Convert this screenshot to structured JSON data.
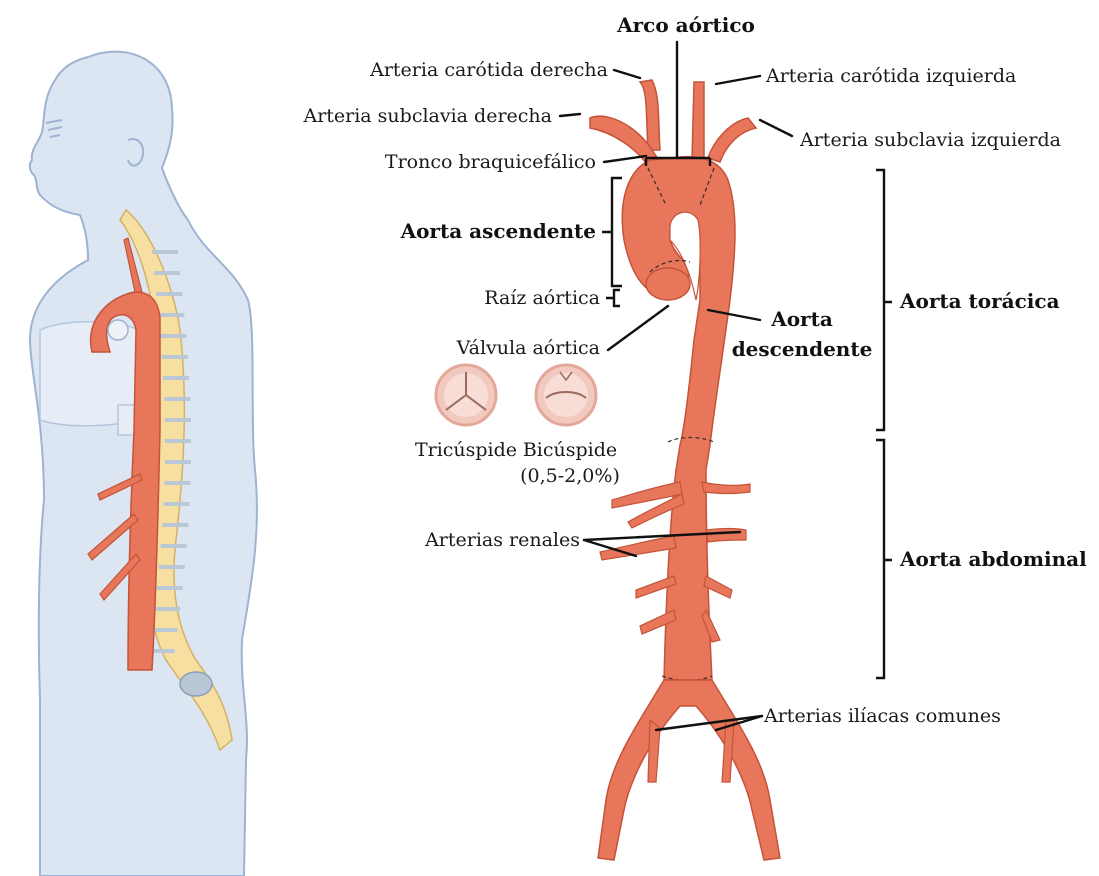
{
  "labels": {
    "arco_aortico": "Arco aórtico",
    "carotida_derecha": "Arteria carótida derecha",
    "carotida_izquierda": "Arteria carótida izquierda",
    "subclavia_derecha": "Arteria subclavia derecha",
    "subclavia_izquierda": "Arteria subclavia izquierda",
    "tronco_braquiocefalico": "Tronco braquicefálico",
    "aorta_ascendente": "Aorta ascendente",
    "raiz_aortica": "Raíz aórtica",
    "valvula_aortica": "Válvula aórtica",
    "aorta_descendente_1": "Aorta",
    "aorta_descendente_2": "descendente",
    "aorta_toracica": "Aorta torácica",
    "aorta_abdominal": "Aorta abdominal",
    "tricuspide": "Tricúspide",
    "bicuspide": "Bicúspide",
    "bicuspide_prevalence": "(0,5-2,0%)",
    "arterias_renales": "Arterias renales",
    "arterias_iliacas": "Arterias ilíacas comunes"
  },
  "colors": {
    "aorta": "#e8765a",
    "aorta_dark": "#c4533b",
    "body": "#dce6f2",
    "body_outline": "#9eb3d1",
    "spine": "#f6dfa0",
    "disc": "#b9c7d6",
    "valve": "#f2c9be"
  }
}
